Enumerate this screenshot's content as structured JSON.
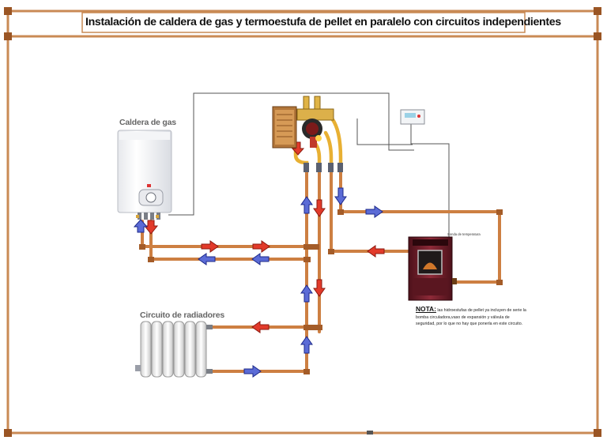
{
  "title": "Instalación de caldera de gas y termoestufa de pellet en paralelo con circuitos independientes",
  "labels": {
    "boiler": "Caldera de gas",
    "radiators": "Circuito de radiadores",
    "temperature_probe": "Sonda de temperatura"
  },
  "note": {
    "title": "NOTA:",
    "text": " las hidroestufas de pellet ya incluyen de serie la bomba circuladora,vaso de expansión y válvula de seguridad, por lo que no hay que ponerla en este circuito."
  },
  "colors": {
    "pipe": "#cd7f42",
    "pipe_dark": "#8f4f22",
    "hot_arrow": "#e23a2a",
    "cold_arrow": "#5b6bd6",
    "wire": "#555555",
    "frame": "#c98a55",
    "stove": "#7a1f2a"
  },
  "icons": [
    "gas-boiler-icon",
    "pellet-stove-icon",
    "radiator-icon",
    "hydraulic-separator-icon",
    "pump-icon",
    "thermostat-icon"
  ]
}
